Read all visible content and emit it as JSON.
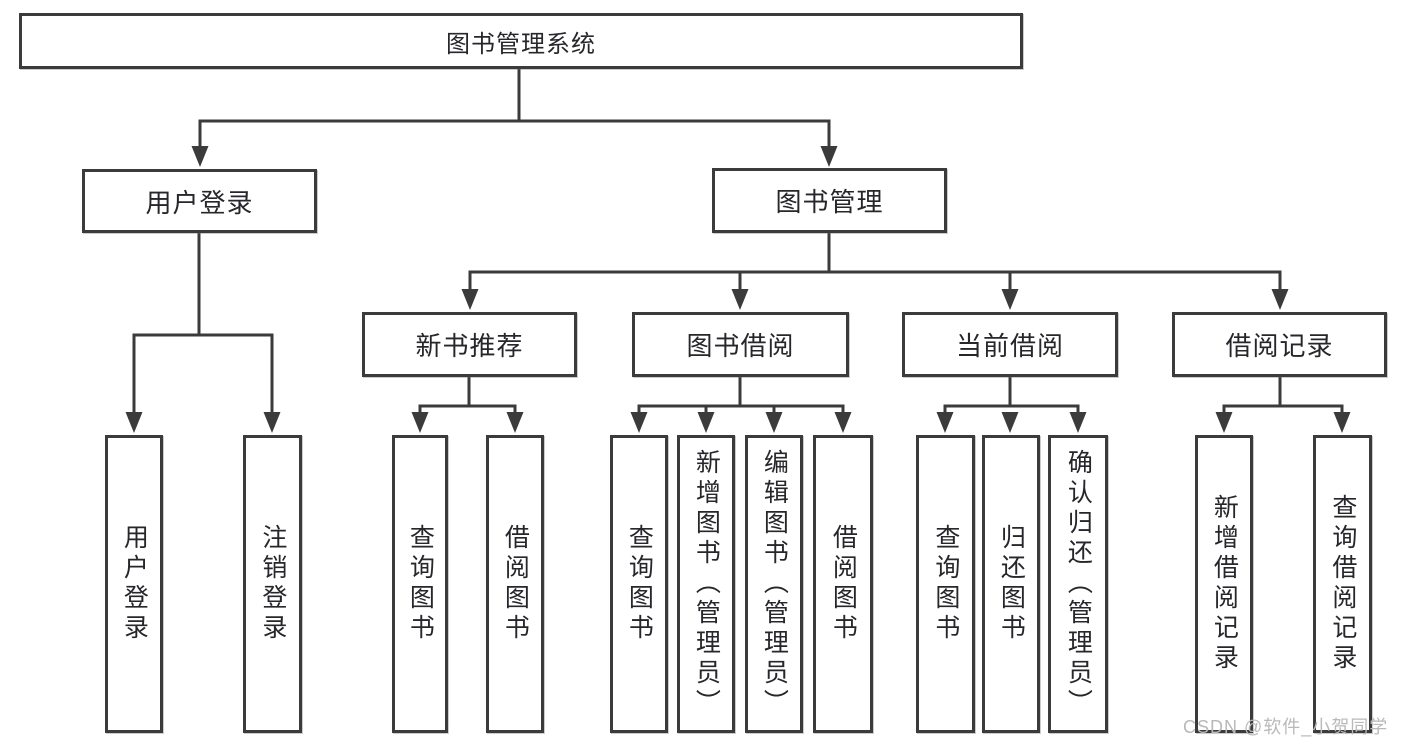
{
  "diagram": {
    "type": "hierarchy-tree",
    "colors": {
      "line": "#3b3b3c",
      "text": "#26262b",
      "background": "#ffffff",
      "watermark": "#b9b9b9"
    },
    "tree": {
      "label": "图书管理系统",
      "children": [
        {
          "label": "用户登录",
          "children": [
            {
              "label": "用户登录"
            },
            {
              "label": "注销登录"
            }
          ]
        },
        {
          "label": "图书管理",
          "children": [
            {
              "label": "新书推荐",
              "children": [
                {
                  "label": "查询图书"
                },
                {
                  "label": "借阅图书"
                }
              ]
            },
            {
              "label": "图书借阅",
              "children": [
                {
                  "label": "查询图书"
                },
                {
                  "label": "新增图书（管理员）"
                },
                {
                  "label": "编辑图书（管理员）"
                },
                {
                  "label": "借阅图书"
                }
              ]
            },
            {
              "label": "当前借阅",
              "children": [
                {
                  "label": "查询图书"
                },
                {
                  "label": "归还图书"
                },
                {
                  "label": "确认归还（管理员）"
                }
              ]
            },
            {
              "label": "借阅记录",
              "children": [
                {
                  "label": "新增借阅记录"
                },
                {
                  "label": "查询借阅记录"
                }
              ]
            }
          ]
        }
      ]
    },
    "watermark": {
      "text": "CSDN @软件_小贺同学"
    }
  }
}
